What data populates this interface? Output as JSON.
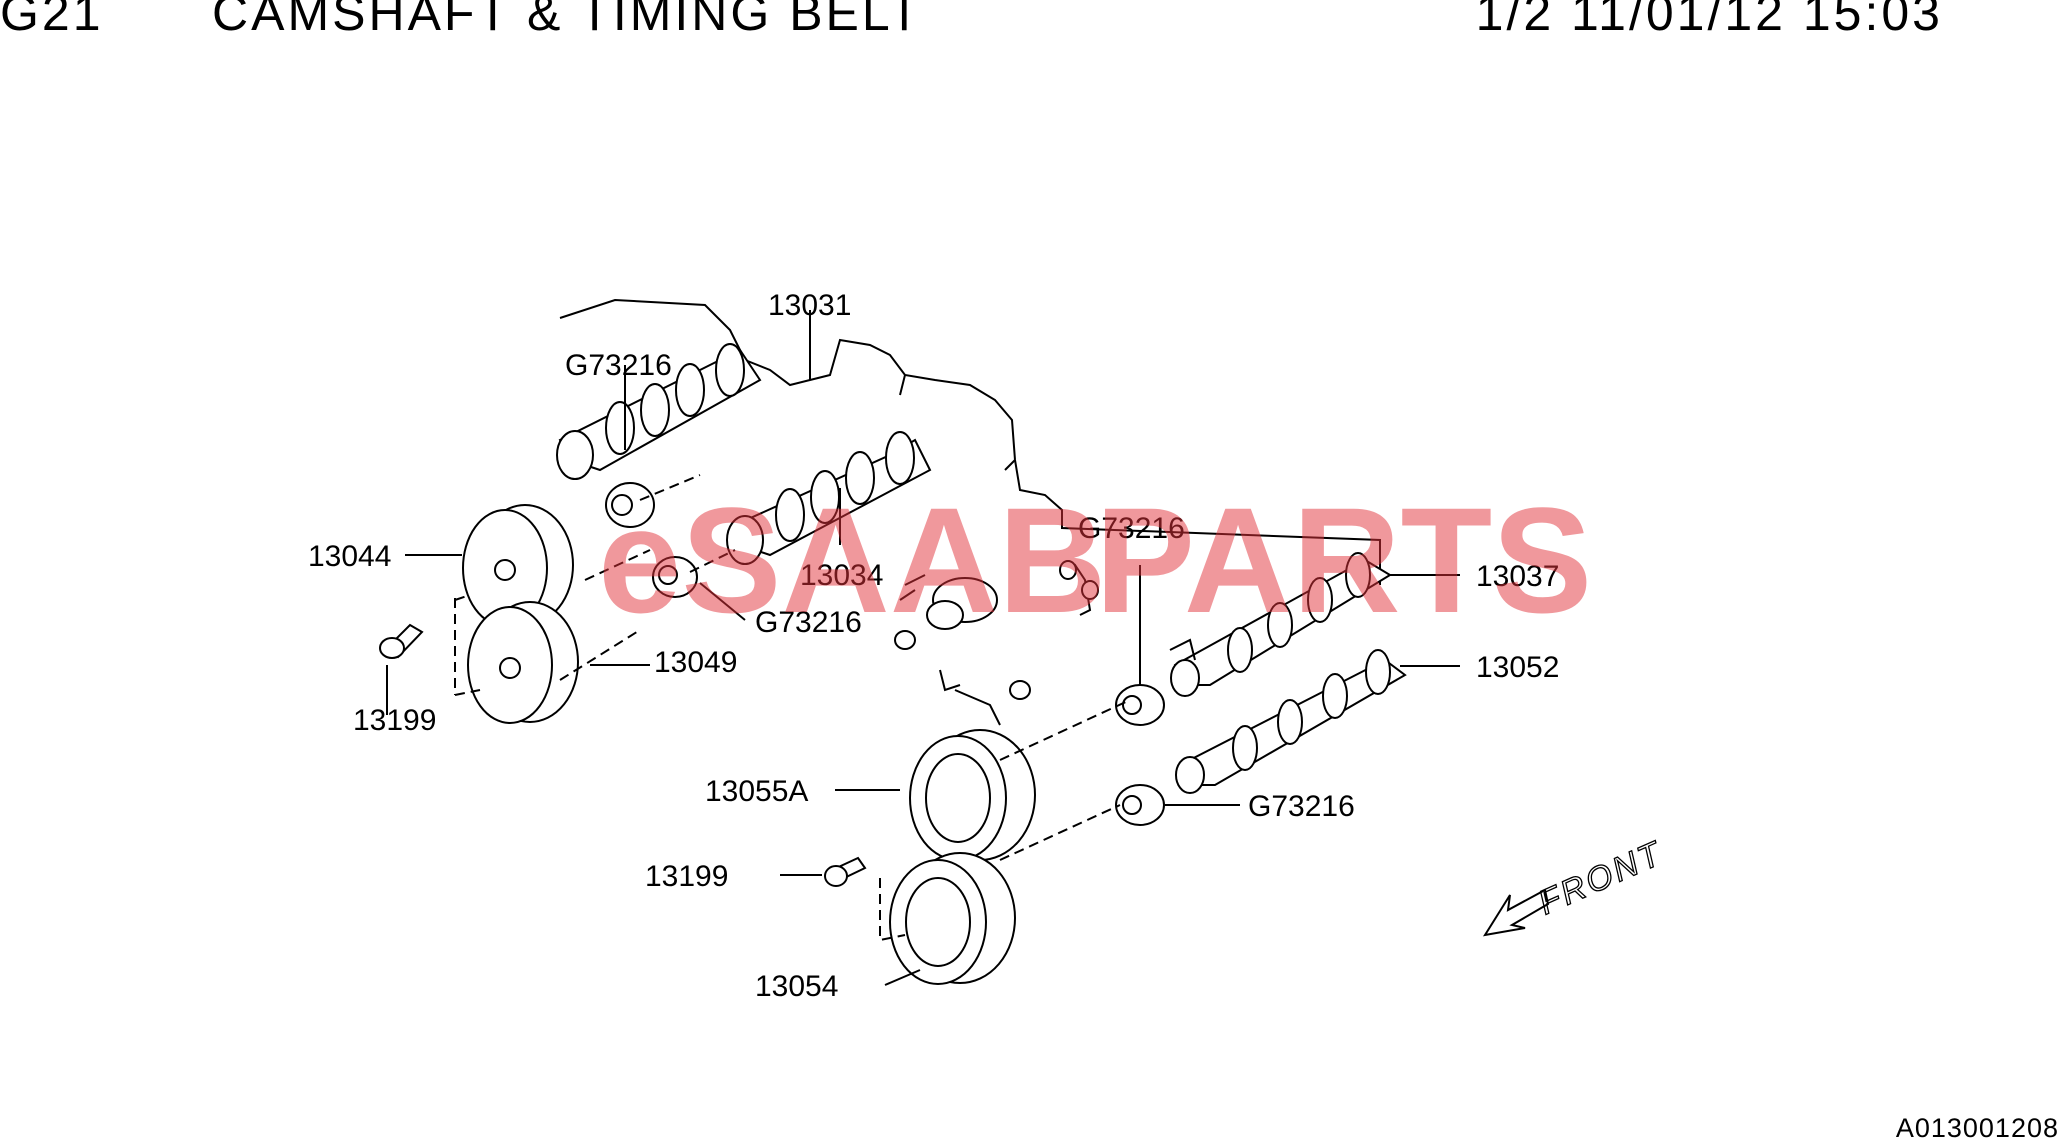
{
  "header": {
    "code": "G21",
    "title": "CAMSHAFT & TIMING BELT",
    "page_info": "1/2 11/01/12 15:03"
  },
  "labels": {
    "p13031": "13031",
    "g73216_a": "G73216",
    "p13044": "13044",
    "p13034": "13034",
    "g73216_b": "G73216",
    "p13049": "13049",
    "p13199_a": "13199",
    "g73216_c": "G73216",
    "p13037": "13037",
    "p13052": "13052",
    "p13055a": "13055A",
    "g73216_d": "G73216",
    "p13199_b": "13199",
    "p13054": "13054"
  },
  "front_label": "FRONT",
  "watermark": {
    "left": "eSAAB",
    "right": "PARTS",
    "color": "#e2323a"
  },
  "document_id": "A013001208"
}
